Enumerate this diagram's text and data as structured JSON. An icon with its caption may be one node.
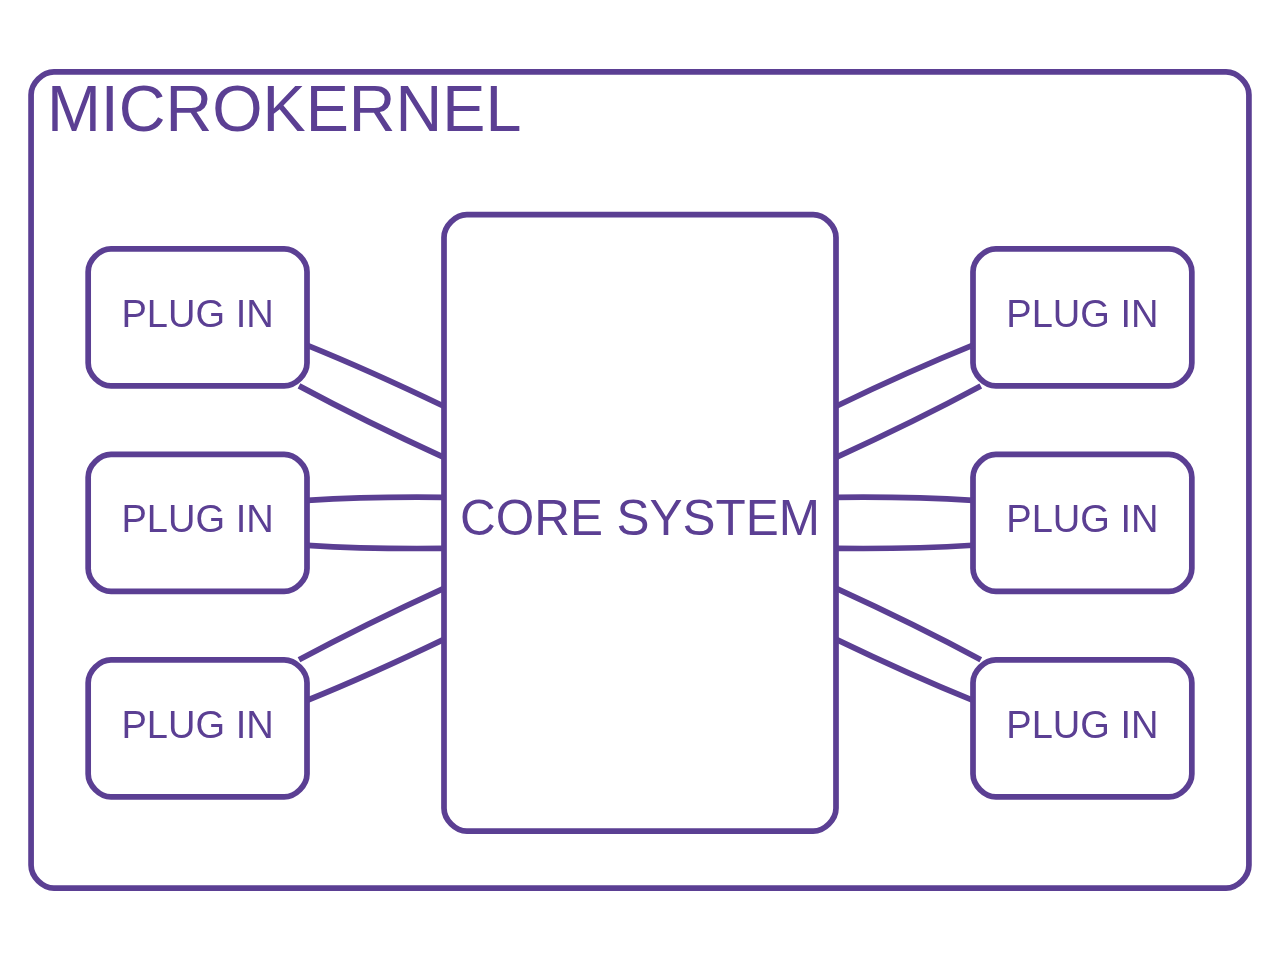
{
  "diagram": {
    "nodes": [
      {
        "text": [
          "MICROKERNEL"
        ]
      },
      {
        "text": [
          "PLUG IN"
        ],
        "in": 0
      },
      {
        "text": [
          "PLUG IN"
        ],
        "in": 0
      },
      {
        "text": [
          "PLUG IN"
        ],
        "in": 0
      },
      {
        "text": [
          "CORE SYSTEM"
        ],
        "in": 0
      },
      {
        "text": [
          "PLUG IN"
        ],
        "in": 0
      },
      {
        "text": [
          "PLUG IN"
        ],
        "in": 0
      },
      {
        "text": [
          "PLUG IN"
        ],
        "in": 0
      }
    ],
    "edges": [
      {
        "from": 1,
        "to": 4,
        "arrow": "none"
      },
      {
        "from": 1,
        "to": 4,
        "arrow": "none"
      },
      {
        "from": 2,
        "to": 4,
        "arrow": "none"
      },
      {
        "from": 2,
        "to": 4,
        "arrow": "none"
      },
      {
        "from": 3,
        "to": 4,
        "arrow": "none"
      },
      {
        "from": 3,
        "to": 4,
        "arrow": "none"
      },
      {
        "from": 4,
        "to": 5,
        "arrow": "none"
      },
      {
        "from": 4,
        "to": 5,
        "arrow": "none"
      },
      {
        "from": 4,
        "to": 6,
        "arrow": "none"
      },
      {
        "from": 4,
        "to": 6,
        "arrow": "none"
      },
      {
        "from": 4,
        "to": 7,
        "arrow": "none"
      },
      {
        "from": 4,
        "to": 7,
        "arrow": "none"
      }
    ]
  }
}
